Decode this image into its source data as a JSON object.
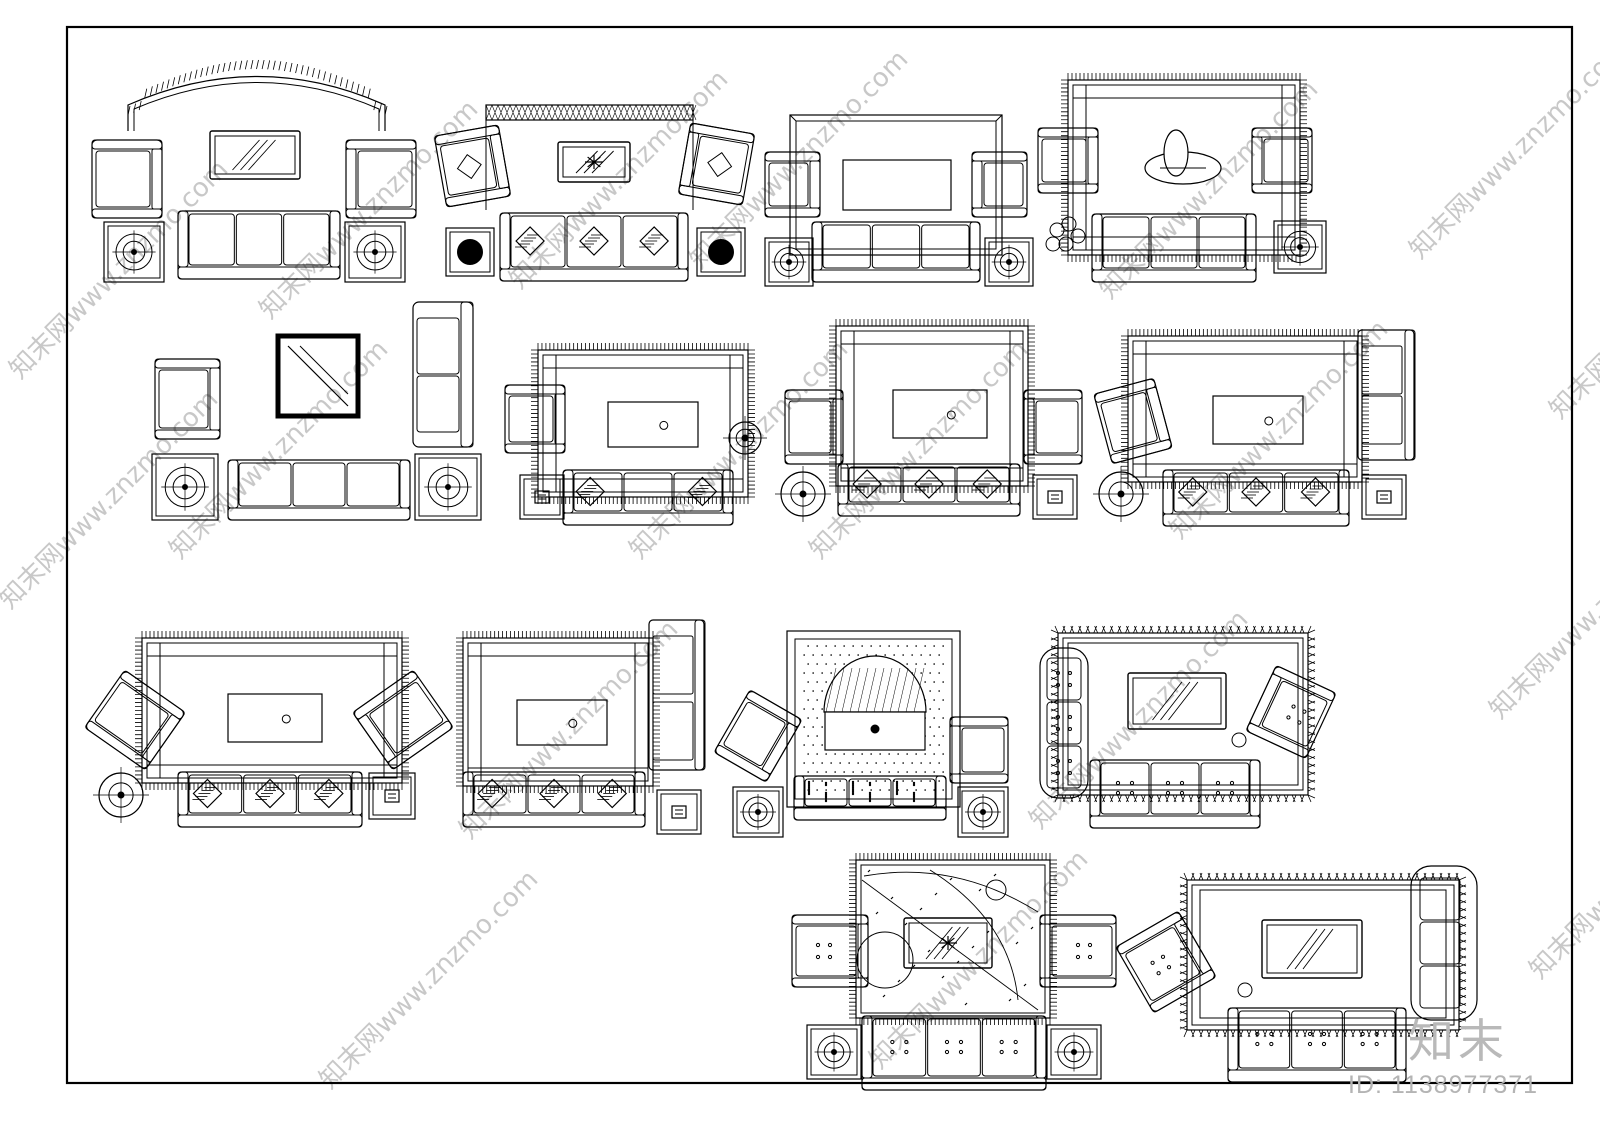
{
  "drawing": {
    "stroke_color": "#000000",
    "background_color": "#ffffff",
    "watermark_color": "#c8c8c8"
  },
  "watermark": {
    "brand": "知末",
    "site": "知末网www.znzmo.com",
    "id_label": "ID: 1138977371"
  },
  "layouts": [
    {
      "key": "layout-r1-1",
      "rug": "arched-fringe",
      "sofa": "three-seat",
      "chairs": "two-armchairs",
      "table": "glass-rect",
      "side_tables": 2
    },
    {
      "key": "layout-r1-2",
      "rug": "lattice-band",
      "sofa": "three-seat-cushions",
      "chairs": "two-armchairs",
      "table": "glass-rect",
      "side_tables": 2
    },
    {
      "key": "layout-r1-3",
      "rug": "frame",
      "sofa": "three-seat",
      "chairs": "two-armchairs",
      "table": "rect",
      "side_tables": 2
    },
    {
      "key": "layout-r1-4",
      "rug": "fringe-rect",
      "sofa": "three-seat",
      "chairs": "two-armchairs",
      "table": "oval",
      "side_tables": 1
    },
    {
      "key": "layout-r2-1",
      "rug": "none",
      "sofa": "three-seat",
      "chairs": "armchair-and-loveseat",
      "table": "square",
      "side_tables": 2
    },
    {
      "key": "layout-r2-2",
      "rug": "fringe-rect",
      "sofa": "three-seat-cushions",
      "chairs": "one-armchair",
      "table": "rect",
      "side_tables": 1
    },
    {
      "key": "layout-r2-3",
      "rug": "fringe-rect",
      "sofa": "three-seat-cushions",
      "chairs": "two-armchairs",
      "table": "rect",
      "side_tables": 2
    },
    {
      "key": "layout-r2-4",
      "rug": "fringe-rect",
      "sofa": "three-seat-cushions",
      "chairs": "armchair-and-loveseat",
      "table": "rect",
      "side_tables": 2
    },
    {
      "key": "layout-r3-1",
      "rug": "fringe-rect",
      "sofa": "three-seat-cushions",
      "chairs": "two-angled-armchairs",
      "table": "rect",
      "side_tables": 2
    },
    {
      "key": "layout-r3-2",
      "rug": "fringe-rect",
      "sofa": "three-seat-cushions",
      "chairs": "loveseat",
      "table": "rect",
      "side_tables": 1
    },
    {
      "key": "layout-r3-3",
      "rug": "dotted-square",
      "sofa": "three-seat-dotted",
      "chairs": "two-armchairs",
      "table": "arched",
      "side_tables": 2
    },
    {
      "key": "layout-r3-4",
      "rug": "zigzag-fringe",
      "sofa": "three-seat-tufted",
      "chairs": "tufted-pair",
      "table": "glass-rect",
      "side_tables": 0
    },
    {
      "key": "layout-r4-1",
      "rug": "patterned-fringe",
      "sofa": "three-seat-tufted",
      "chairs": "two-armchairs",
      "table": "glass-rect",
      "side_tables": 2
    },
    {
      "key": "layout-r4-2",
      "rug": "zigzag-fringe",
      "sofa": "three-seat-tufted",
      "chairs": "tufted-pair",
      "table": "glass-rect",
      "side_tables": 0
    }
  ]
}
